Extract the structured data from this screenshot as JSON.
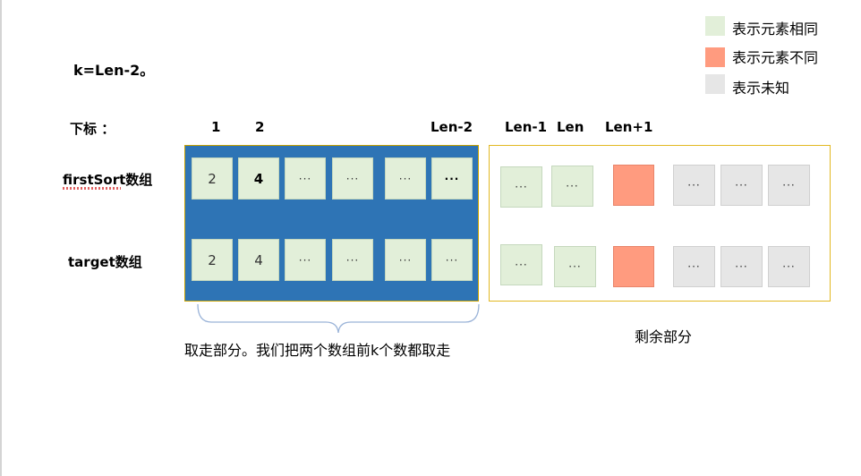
{
  "legend": {
    "same": {
      "label": "表示元素相同",
      "color": "#e2efd9"
    },
    "diff": {
      "label": "表示元素不同",
      "color": "#ff9b7f"
    },
    "unknown": {
      "label": "表示未知",
      "color": "#e6e6e6"
    }
  },
  "formula": "k=Len-2。",
  "index_header": {
    "label": "下标 ：",
    "i1": "1",
    "i2": "2",
    "len_minus_2": "Len-2",
    "len_minus_1": "Len-1",
    "len": "Len",
    "len_plus_1": "Len+1"
  },
  "rows": {
    "first_sort": {
      "label": "firstSort数组",
      "taken": [
        "2",
        "4",
        "···",
        "···",
        "···",
        "···"
      ],
      "rest": [
        "···",
        "···",
        "",
        "···",
        "···",
        "···"
      ]
    },
    "target": {
      "label": "target数组",
      "taken": [
        "2",
        "4",
        "···",
        "···",
        "···",
        "···"
      ],
      "rest": [
        "···",
        "···",
        "",
        "···",
        "···",
        "···"
      ]
    }
  },
  "captions": {
    "taken_part": "取走部分。我们把两个数组前k个数都取走",
    "remaining_part": "剩余部分"
  },
  "colors": {
    "taken_region": "#2e74b5",
    "remaining_border": "#e2b822"
  }
}
